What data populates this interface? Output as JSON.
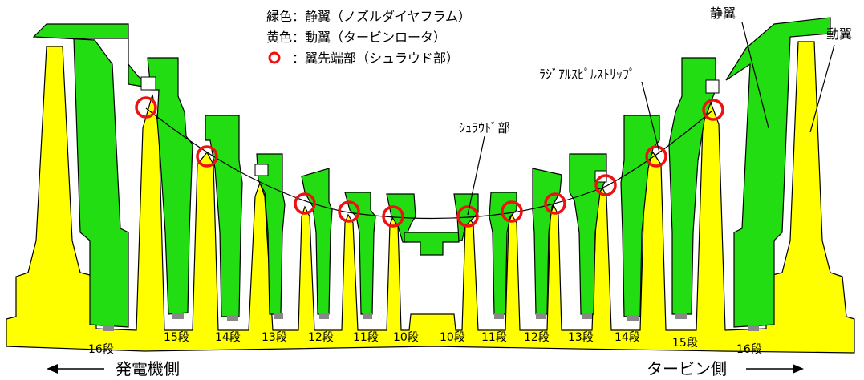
{
  "legend": {
    "green": "緑色：静翼（ノズルダイヤフラム）",
    "yellow": "黄色：動翼（タービンロータ）",
    "circle": "：翼先端部（シュラウド部）"
  },
  "labels": {
    "stator_right": "静翼",
    "rotor_right": "動翼",
    "radial_spill_strip": "ﾗｼﾞｱﾙｽﾋﾟﾙｽﾄﾘｯﾌﾟ",
    "shroud": "ｼｭﾗｳﾄﾞ部"
  },
  "stages": {
    "left": [
      "16段",
      "15段",
      "14段",
      "13段",
      "12段",
      "11段",
      "10段"
    ],
    "right": [
      "10段",
      "11段",
      "12段",
      "13段",
      "14段",
      "15段",
      "16段"
    ]
  },
  "directions": {
    "left": "発電機側",
    "right": "タービン側"
  },
  "colors": {
    "stator_green": "#22dd11",
    "rotor_yellow": "#ffff00",
    "circle_red": "#ee1111",
    "outline": "#000000",
    "seal_gray": "#888888"
  }
}
